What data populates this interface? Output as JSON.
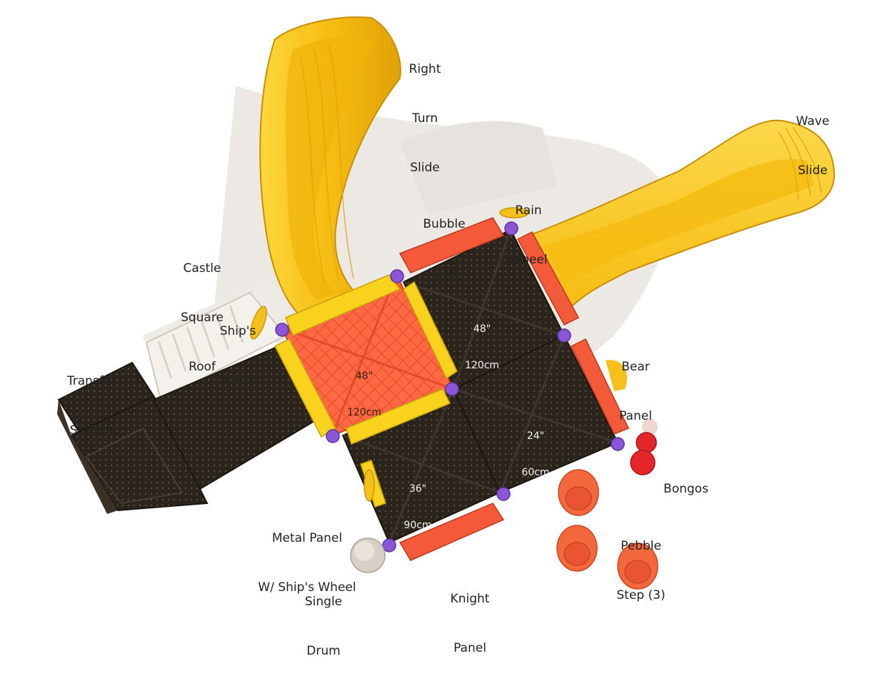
{
  "labels": {
    "right_turn_slide": [
      "Right",
      "Turn",
      "Slide"
    ],
    "wave_slide": [
      "Wave",
      "Slide"
    ],
    "bubble_panel": [
      "Bubble",
      "Panel"
    ],
    "rain_wheel": [
      "Rain",
      "Wheel"
    ],
    "castle_square_roof": [
      "Castle",
      "Square",
      "Roof"
    ],
    "ships_wheel": [
      "Ship's",
      "Wheel"
    ],
    "transfer_station": [
      "Transfer",
      "Station"
    ],
    "bear_panel": [
      "Bear",
      "Panel"
    ],
    "bongos": [
      "Bongos"
    ],
    "metal_panel": [
      "Metal Panel",
      "W/ Ship's Wheel"
    ],
    "pebble_step": [
      "Pebble",
      "Step (3)"
    ],
    "single_drum": [
      "Single",
      "Drum"
    ],
    "knight_panel": [
      "Knight",
      "Panel"
    ]
  },
  "deck_heights": {
    "roof_deck": [
      "48\"",
      "120cm"
    ],
    "top_deck": [
      "48\"",
      "120cm"
    ],
    "right_deck": [
      "24\"",
      "60cm"
    ],
    "bottom_deck": [
      "36\"",
      "90cm"
    ]
  },
  "colors": {
    "slide": "#f7c21a",
    "slide_dark": "#d79a06",
    "roof": "#ff6a44",
    "panel_orange": "#f45a3a",
    "panel_yellow": "#f8d21d",
    "deck": "#2b241c",
    "clamp": "#8a55d6",
    "bongo": "#e3262a",
    "drum": "#d8d0c6",
    "shadow": "#ebe8e4"
  }
}
